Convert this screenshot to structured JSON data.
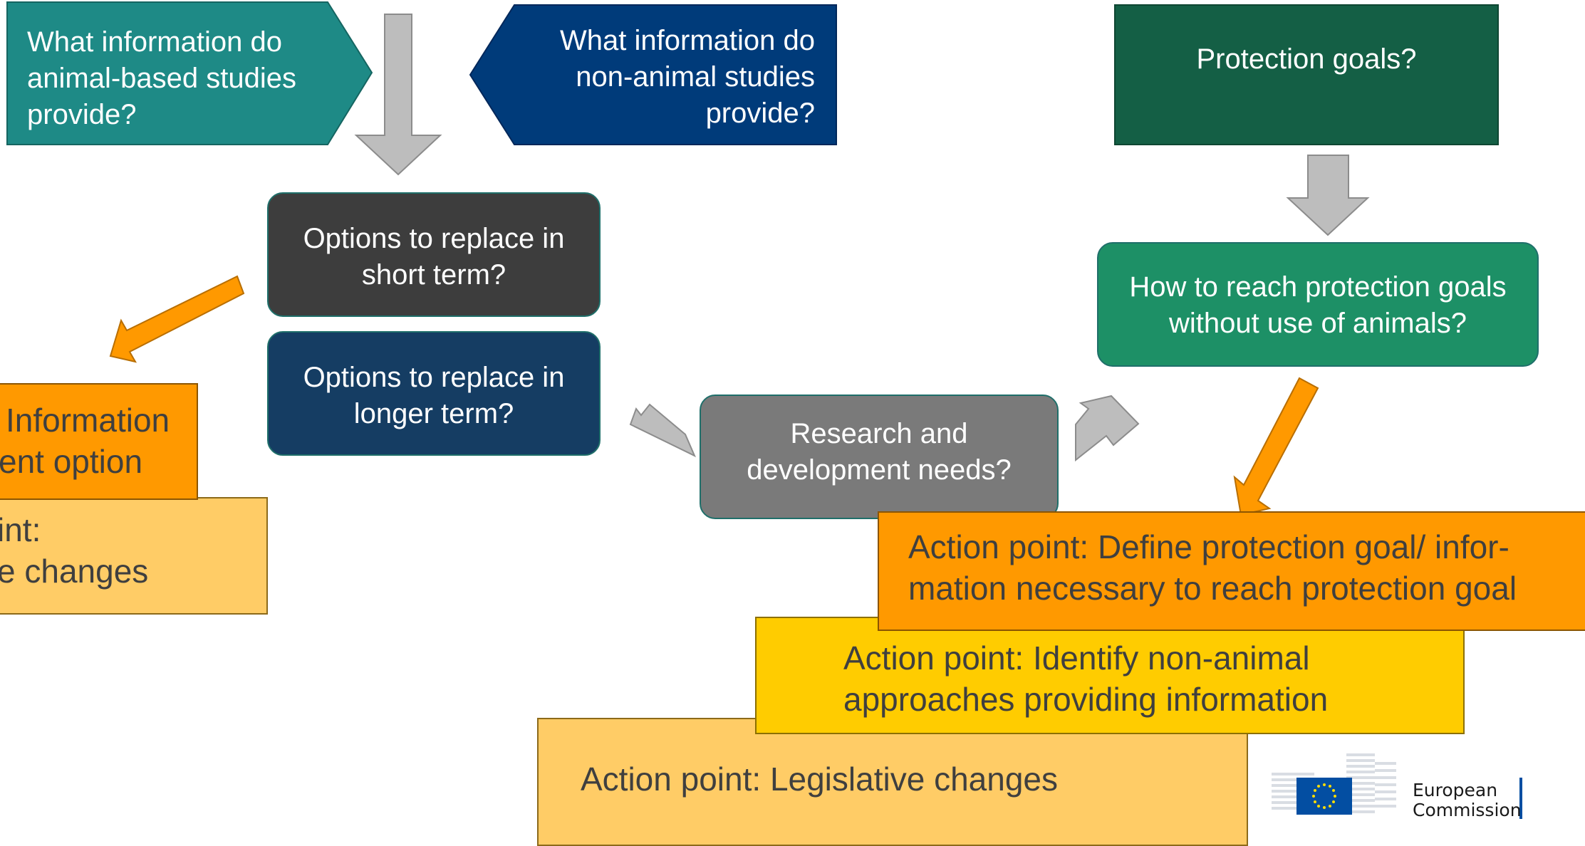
{
  "boxes": {
    "animal_studies": "What information do animal-based studies provide?",
    "non_animal_studies": "What information do non-animal studies provide?",
    "protection_goals": "Protection goals?",
    "replace_short": "Options to replace in short term?",
    "replace_longer": "Options to replace in longer term?",
    "reach_goals": "How to reach protection goals without use of animals?",
    "research_needs": "Research and development needs?"
  },
  "actions": {
    "left_orange_line1": "Information",
    "left_orange_line2": "ent option",
    "left_yellow_line1": "int:",
    "left_yellow_line2": "e changes",
    "define_goal": "Action point: Define protection goal/ infor-mation necessary to reach protection goal",
    "identify_approaches": "Action point: Identify non-animal approaches providing information",
    "legislative": "Action point: Legislative changes"
  },
  "logo": {
    "line1": "European",
    "line2": "Commission"
  },
  "colors": {
    "teal": "#1e8a86",
    "navy": "#003b7a",
    "dark_green": "#145f45",
    "charcoal": "#3d3d3d",
    "dark_blue": "#153d63",
    "green": "#1d9066",
    "grey": "#7a7a7a",
    "orange": "#ff9900",
    "yellow": "#ffcc00",
    "light_orange": "#ffcc66",
    "arrow_grey": "#bdbdbd"
  }
}
